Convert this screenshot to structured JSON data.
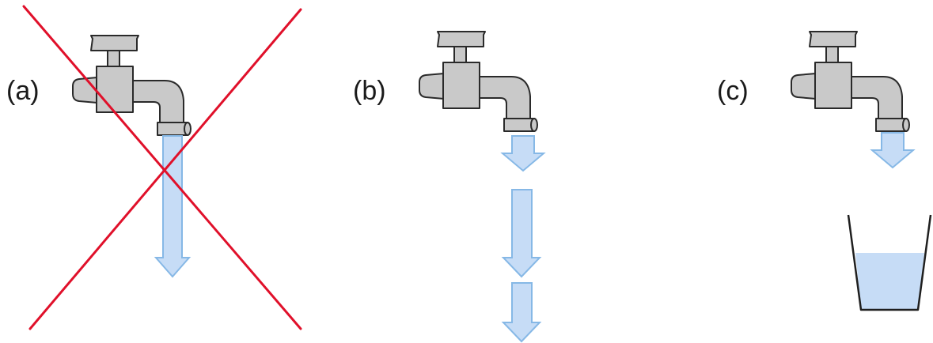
{
  "panels": [
    {
      "label": "(a)",
      "faucet": "faucet",
      "water": "continuous-stream",
      "crossed_out": true,
      "cross_color": "#e0102a"
    },
    {
      "label": "(b)",
      "faucet": "faucet",
      "water": "intermittent-drops",
      "drop_count": 3,
      "crossed_out": false
    },
    {
      "label": "(c)",
      "faucet": "faucet",
      "water": "single-drop-into-cup",
      "cup_fill_fraction": 0.6,
      "crossed_out": false
    }
  ],
  "colors": {
    "faucet_fill": "#c9c9c9",
    "outline": "#2a2a2a",
    "water_fill": "#c6dcf6",
    "water_stroke": "#86b8e6",
    "cross": "#e0102a"
  }
}
